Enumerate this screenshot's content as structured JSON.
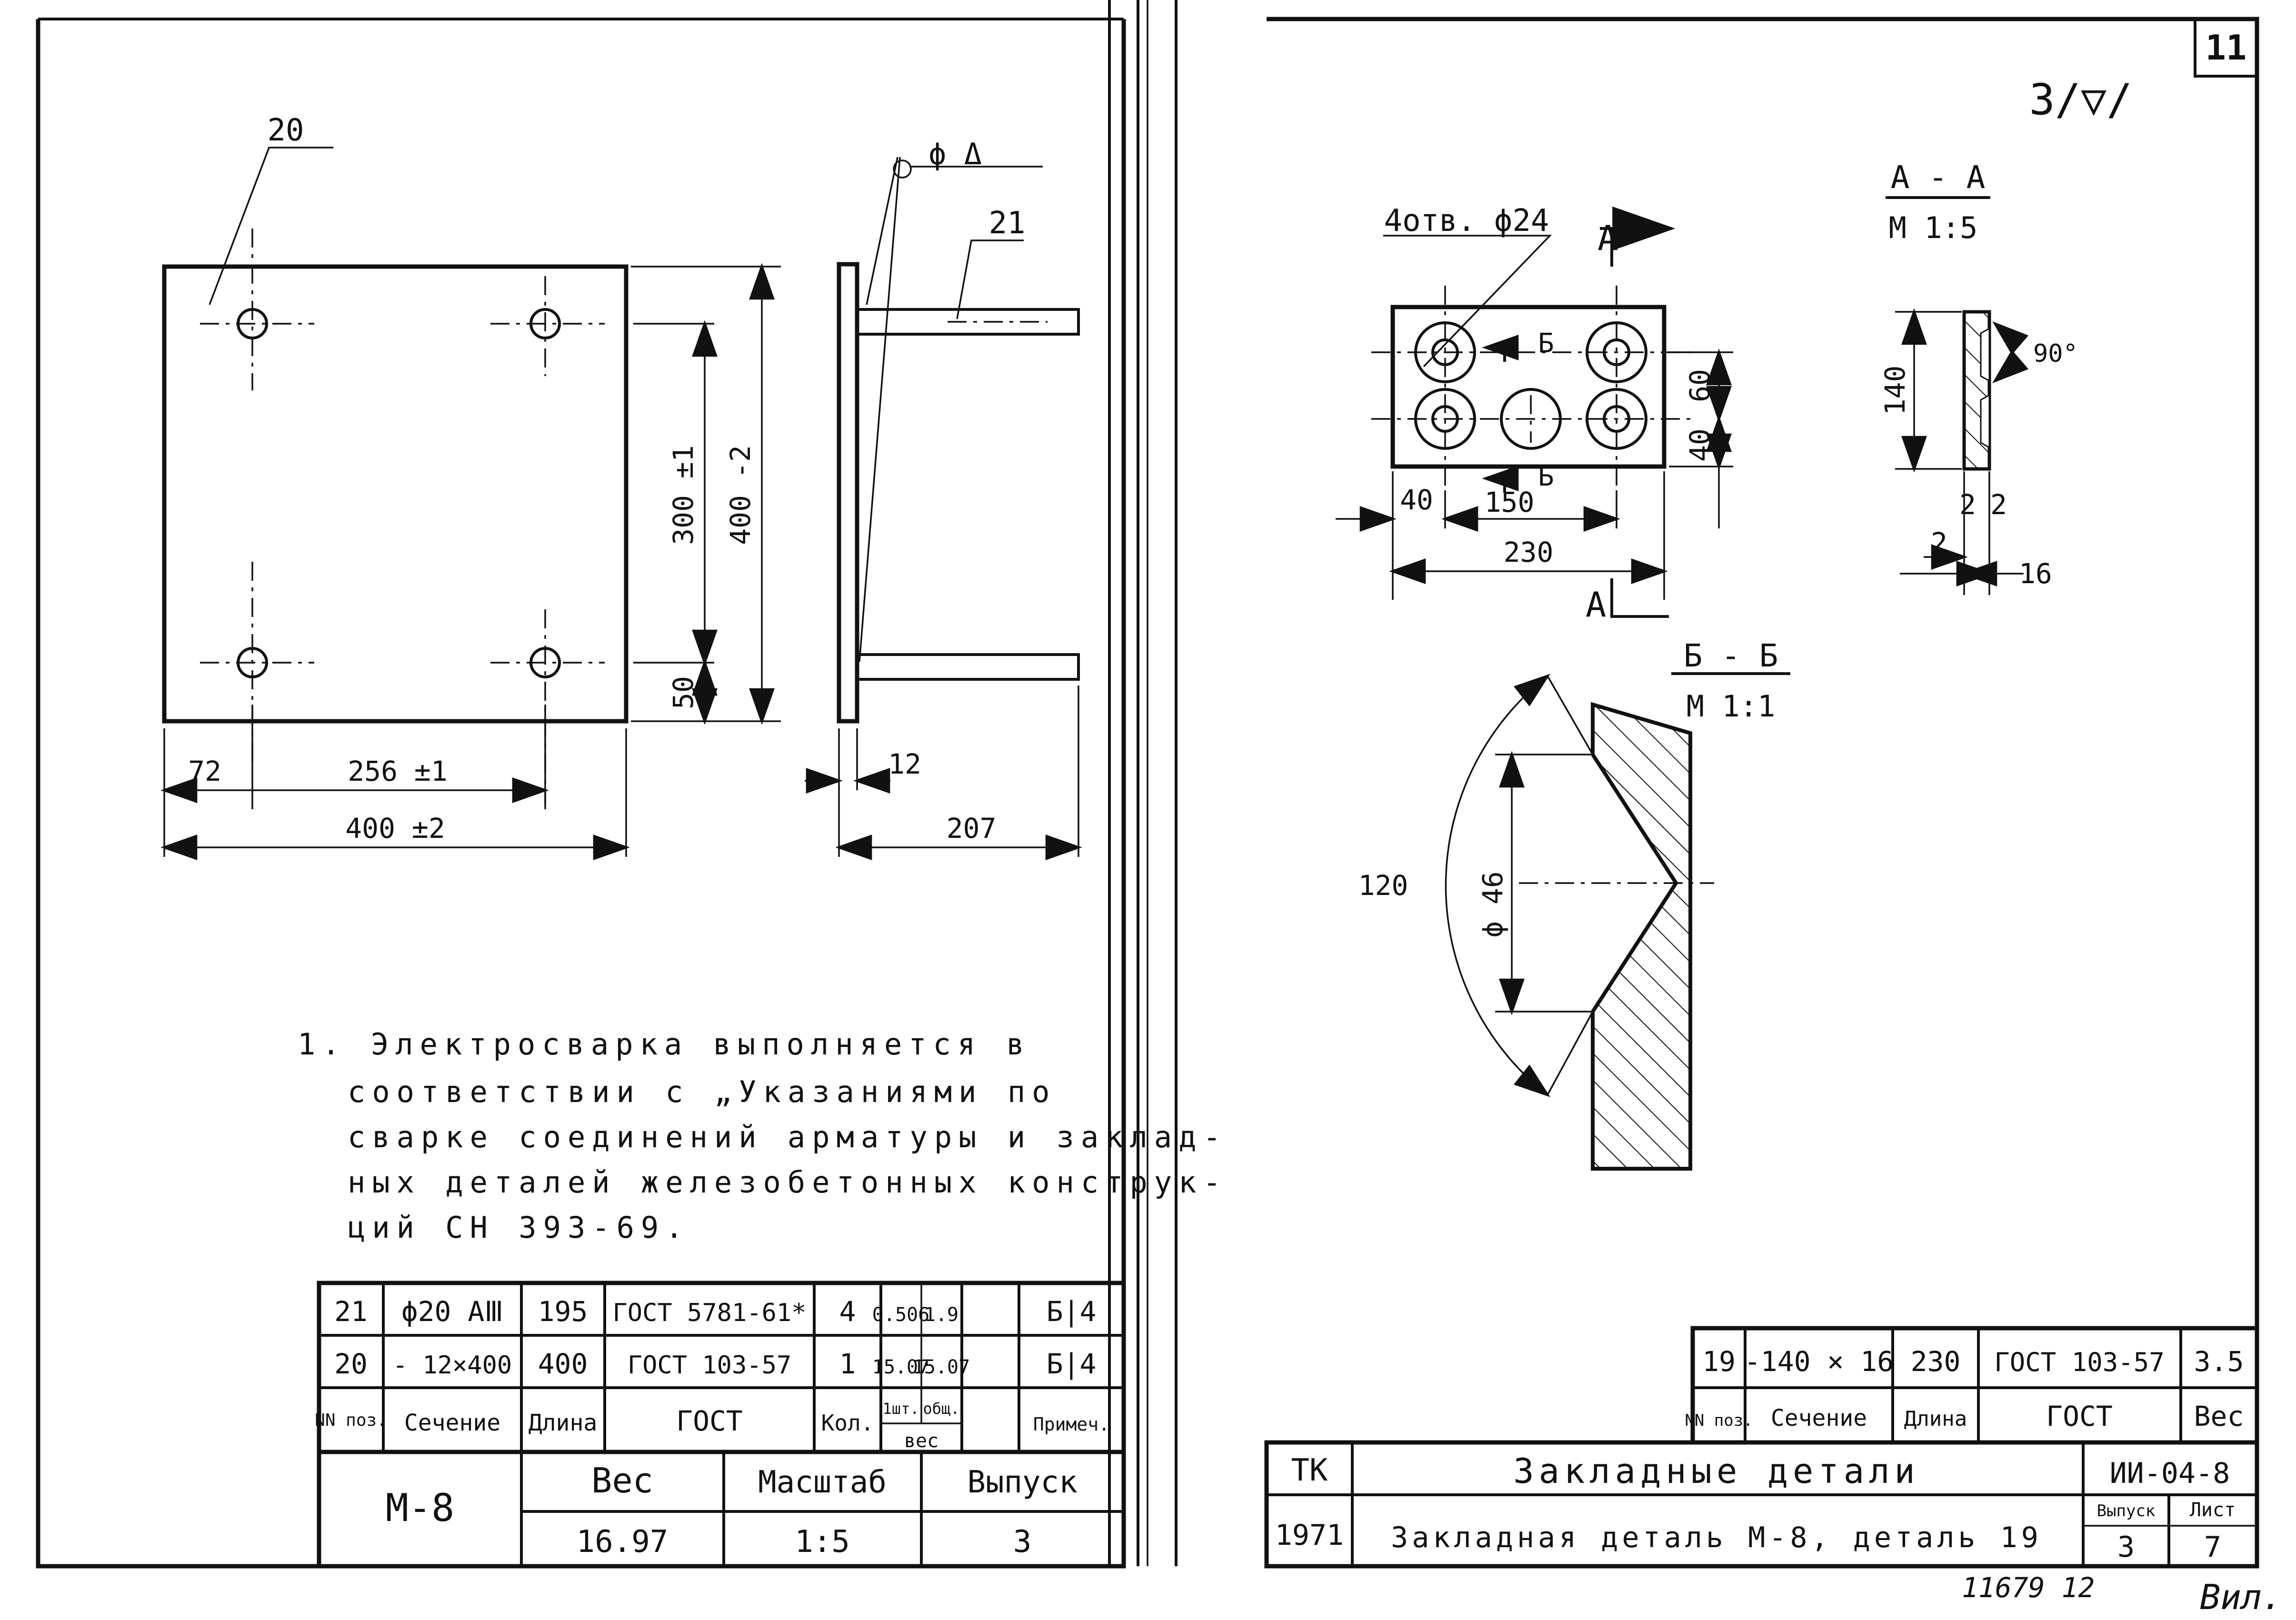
{
  "page": {
    "sheet_number": "11",
    "roughness": "3/▽/"
  },
  "left": {
    "plan": {
      "position_label": "20"
    },
    "side": {
      "weld_symbol": "ϕ Δ",
      "position_label": "21"
    },
    "dims": {
      "d300": "300 ±1",
      "d400v": "400 -2",
      "d50": "50",
      "d72": "72",
      "d256": "256 ±1",
      "d400h": "400 ±2",
      "d12": "12",
      "d207": "207"
    },
    "note_lines": [
      "1. Электросварка   выполняется  в",
      "соответствии  с „Указаниями  по",
      "сварке соединений арматуры и заклад-",
      "ных деталей железобетонных  конструк-",
      "ций  СН 393-69."
    ],
    "spec_rows": [
      [
        "21",
        "ϕ20 AⅢ",
        "195",
        "ГОСТ 5781-61*",
        "4",
        "0.506",
        "1.9",
        "Б|4"
      ],
      [
        "20",
        "- 12×400",
        "400",
        "ГОСТ 103-57",
        "1",
        "15.07",
        "15.07",
        "Б|4"
      ]
    ],
    "spec_header": {
      "pos": "NN поз.",
      "section": "Сечение",
      "length": "Длина",
      "gost": "ГОСТ",
      "qty": "Кол.",
      "one": "1шт.",
      "total": "общ.",
      "weight": "вес",
      "note": "Примеч."
    },
    "stamp": {
      "mark": "М-8",
      "weight_label": "Вес",
      "weight": "16.97",
      "scale_label": "Масштаб",
      "scale": "1:5",
      "issue_label": "Выпуск",
      "issue": "3"
    }
  },
  "right": {
    "plate": {
      "holes_label": "4отв. ϕ24",
      "cut_a": "А",
      "cut_b": "Б",
      "dims": {
        "d40a": "40",
        "d150": "150",
        "d230": "230",
        "d60": "60",
        "d40b": "40"
      }
    },
    "section_aa": {
      "title": "А - А",
      "scale": "М 1:5",
      "angle": "90°",
      "d140": "140",
      "d2a": "2",
      "d2b": "2",
      "d2c": "2",
      "d16": "16"
    },
    "section_bb": {
      "title": "Б - Б",
      "scale": "М 1:1",
      "d120": "120",
      "d46": "ϕ 46"
    },
    "spec_row": [
      "19",
      "-140 × 16",
      "230",
      "ГОСТ 103-57",
      "3.5"
    ],
    "spec_header": {
      "pos": "NN поз.",
      "section": "Сечение",
      "length": "Длина",
      "gost": "ГОСТ",
      "weight": "Вес"
    },
    "title_block": {
      "tk": "ТК",
      "year": "1971",
      "title": "Закладные   детали",
      "subtitle": "Закладная  деталь  М-8, деталь 19",
      "code": "ИИ-04-8",
      "issue_label": "Выпуск",
      "issue": "3",
      "sheet_label": "Лист",
      "sheet": "7"
    },
    "archive_number": "11679  12",
    "signature": "Вил."
  }
}
